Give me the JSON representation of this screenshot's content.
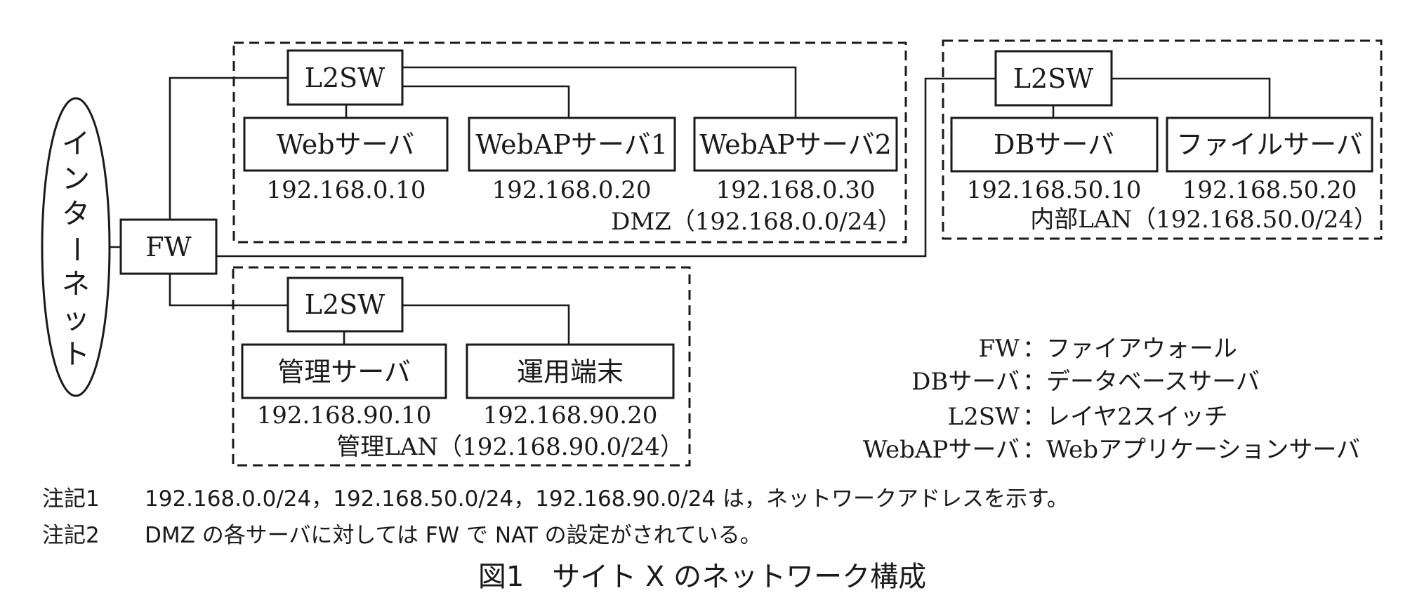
{
  "internet": {
    "label": "インターネット"
  },
  "firewall": {
    "label": "FW"
  },
  "zones": {
    "dmz": {
      "label": "DMZ（192.168.0.0/24）",
      "switch": "L2SW",
      "servers": [
        {
          "name": "Webサーバ",
          "ip": "192.168.0.10"
        },
        {
          "name": "WebAPサーバ1",
          "ip": "192.168.0.20"
        },
        {
          "name": "WebAPサーバ2",
          "ip": "192.168.0.30"
        }
      ]
    },
    "internal": {
      "label": "内部LAN（192.168.50.0/24）",
      "switch": "L2SW",
      "servers": [
        {
          "name": "DBサーバ",
          "ip": "192.168.50.10"
        },
        {
          "name": "ファイルサーバ",
          "ip": "192.168.50.20"
        }
      ]
    },
    "management": {
      "label": "管理LAN（192.168.90.0/24）",
      "switch": "L2SW",
      "servers": [
        {
          "name": "管理サーバ",
          "ip": "192.168.90.10"
        },
        {
          "name": "運用端末",
          "ip": "192.168.90.20"
        }
      ]
    }
  },
  "legend": [
    {
      "key": "FW",
      "value": "ファイアウォール"
    },
    {
      "key": "DBサーバ",
      "value": "データベースサーバ"
    },
    {
      "key": "L2SW",
      "value": "レイヤ2スイッチ"
    },
    {
      "key": "WebAPサーバ",
      "value": "Webアプリケーションサーバ"
    }
  ],
  "notes": [
    {
      "label": "注記1",
      "text": "192.168.0.0/24，192.168.50.0/24，192.168.90.0/24 は，ネットワークアドレスを示す。"
    },
    {
      "label": "注記2",
      "text": "DMZ の各サーバに対しては FW で NAT の設定がされている。"
    }
  ],
  "caption": "図1　サイト X のネットワーク構成",
  "colors": {
    "line": "#1a1a1a",
    "background": "#ffffff"
  }
}
